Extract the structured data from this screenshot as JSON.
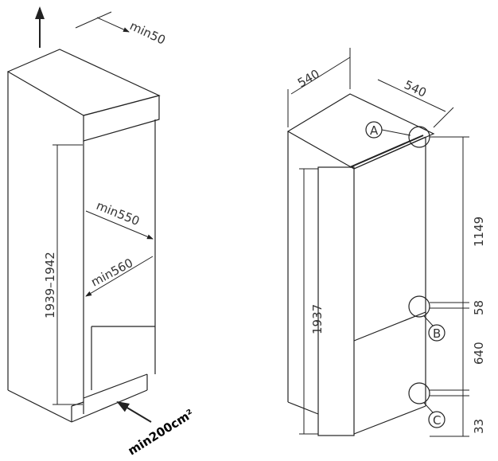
{
  "left_diagram": {
    "top_clearance": "min50",
    "depth_upper": "min550",
    "depth_lower": "min560",
    "niche_height": "1939–1942",
    "vent_area": "min200cm²"
  },
  "right_diagram": {
    "width": "540",
    "depth": "540",
    "total_height": "1937",
    "upper_height": "1149",
    "middle_gap": "58",
    "lower_height": "640",
    "bottom_gap": "33",
    "point_a": "A",
    "point_b": "B",
    "point_c": "C"
  }
}
